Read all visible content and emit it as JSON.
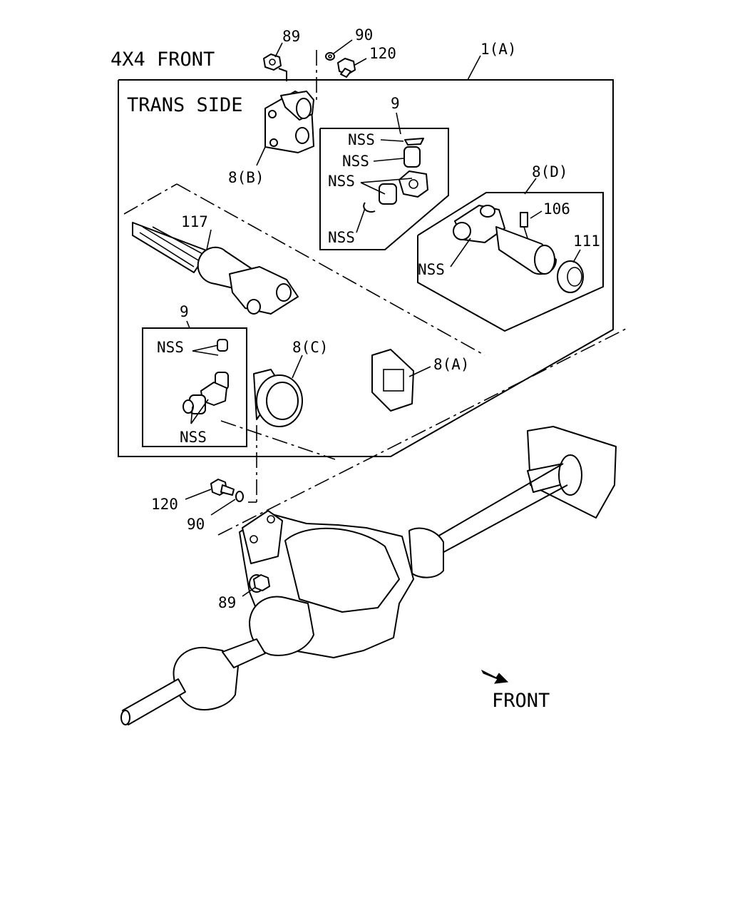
{
  "title": "4X4 FRONT",
  "trans_side_label": "TRANS SIDE",
  "front_label": "FRONT",
  "callouts": {
    "c89_top": "89",
    "c90_top": "90",
    "c120_top": "120",
    "c1A": "1(A)",
    "c8B": "8(B)",
    "c9_upper": "9",
    "nss_u1": "NSS",
    "nss_u2": "NSS",
    "nss_u3": "NSS",
    "nss_u4": "NSS",
    "c117": "117",
    "c8D": "8(D)",
    "c106": "106",
    "c111": "111",
    "nss_d": "NSS",
    "c9_lower": "9",
    "nss_l1": "NSS",
    "nss_l2": "NSS",
    "c8C": "8(C)",
    "c8A": "8(A)",
    "c120_bot": "120",
    "c90_bot": "90",
    "c89_bot": "89"
  },
  "icons": {
    "front_arrow": "arrow-down-right-icon"
  }
}
